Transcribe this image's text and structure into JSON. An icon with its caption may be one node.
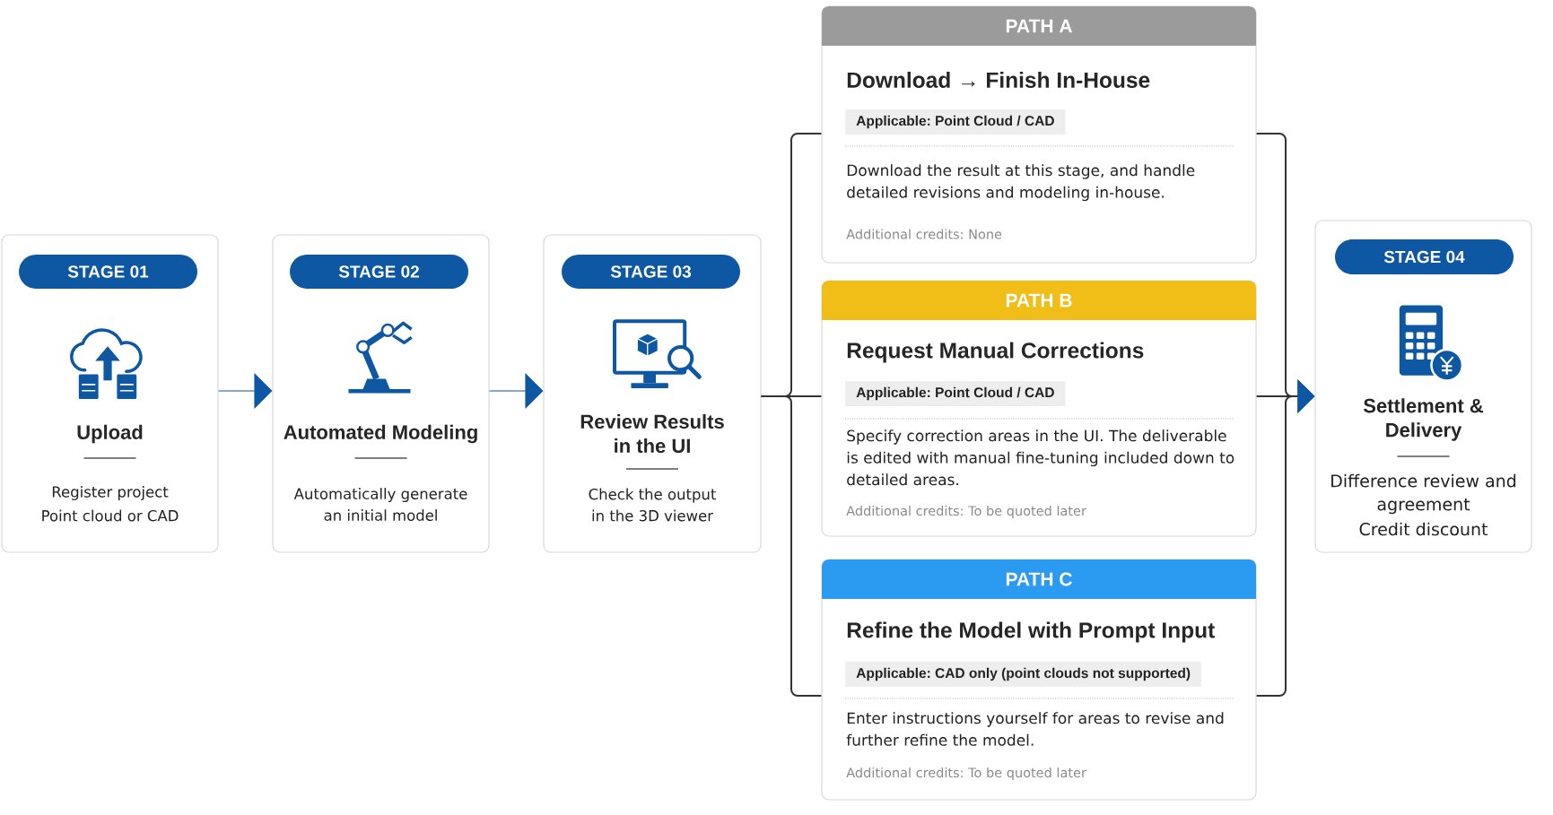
{
  "diagram": {
    "nodes": [
      {
        "text": [
          "Upload",
          "Register project",
          "Point cloud or CAD"
        ]
      },
      {
        "text": [
          "STAGE 01"
        ],
        "in": 0
      },
      {
        "text": [
          "Automated Modeling",
          "Automatically generate an initial model"
        ]
      },
      {
        "text": [
          "STAGE 02"
        ],
        "in": 2
      },
      {
        "text": [
          "Review Results in the UI",
          "Check the output in the 3D viewer"
        ]
      },
      {
        "text": [
          "STAGE 03"
        ],
        "in": 4
      },
      {
        "text": [
          "Download → Finish In-House",
          "Download the result at this stage, and handle detailed revisions and modeling in-house.",
          "Additional credits: None"
        ]
      },
      {
        "text": [
          "PATH A"
        ],
        "in": 6
      },
      {
        "text": [
          "Applicable: Point Cloud / CAD"
        ],
        "in": 6
      },
      {
        "text": [
          "Request Manual Corrections",
          "Specify correction areas in the UI. The deliverable is edited with manual fine-tuning included down to detailed areas.",
          "Additional credits: To be quoted later"
        ]
      },
      {
        "text": [
          "PATH B"
        ],
        "in": 9
      },
      {
        "text": [
          "Applicable: Point Cloud / CAD"
        ],
        "in": 9
      },
      {
        "text": [
          "Refine the Model with Prompt Input",
          "Enter instructions yourself for areas to revise and further refine the model.",
          "Additional credits: To be quoted later"
        ]
      },
      {
        "text": [
          "PATH C"
        ],
        "in": 12
      },
      {
        "text": [
          "Applicable: CAD only (point clouds not supported)"
        ],
        "in": 12
      },
      {
        "text": [
          "Settlement & Delivery",
          "Difference review and agreement",
          "Credit discount"
        ]
      },
      {
        "text": [
          "STAGE 04"
        ],
        "in": 15
      }
    ],
    "edges": [
      {
        "from": 0,
        "to": 2,
        "arrow": "to",
        "color": "#0d57a3"
      },
      {
        "from": 2,
        "to": 4,
        "arrow": "to",
        "color": "#0d57a3"
      },
      {
        "from": 4,
        "to": 6,
        "arrow": "none"
      },
      {
        "from": 4,
        "to": 9,
        "arrow": "none"
      },
      {
        "from": 4,
        "to": 12,
        "arrow": "none"
      },
      {
        "from": 6,
        "to": 15,
        "arrow": "to"
      },
      {
        "from": 9,
        "to": 15,
        "arrow": "to"
      },
      {
        "from": 12,
        "to": 15,
        "arrow": "to"
      }
    ]
  }
}
